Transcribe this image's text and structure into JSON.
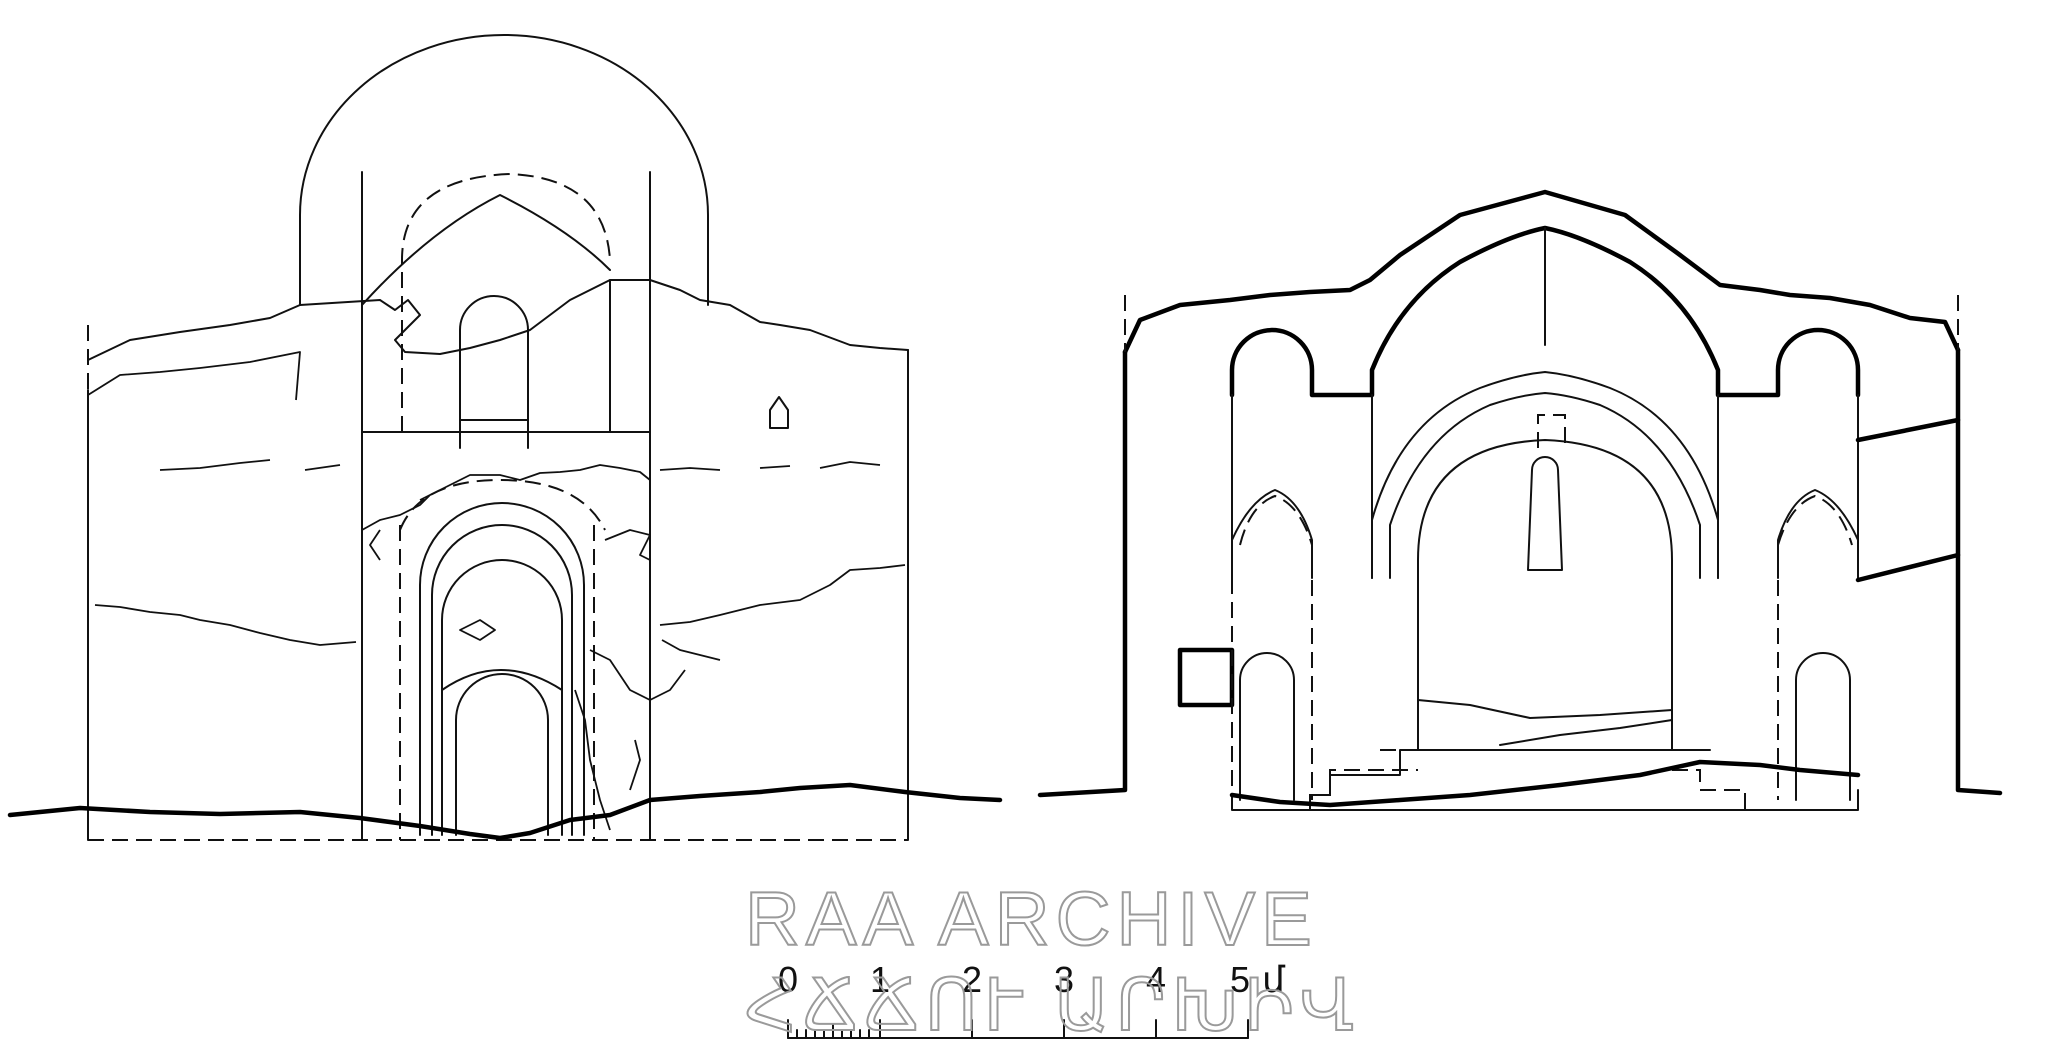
{
  "watermark": {
    "line1": "RAA ARCHIVE",
    "line2": "ՀՃՃՈՒ ԱՐԽԻՎ"
  },
  "scale_bar": {
    "ticks": [
      "0",
      "1",
      "2",
      "3",
      "4",
      "5"
    ],
    "unit": "մ"
  },
  "drawings": [
    "west-facade-elevation",
    "longitudinal-section"
  ]
}
